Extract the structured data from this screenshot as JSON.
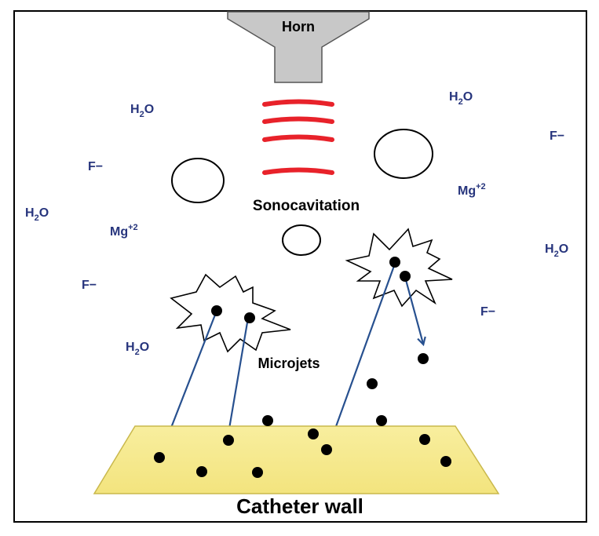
{
  "labels": {
    "horn": "Horn",
    "sonocavitation": "Sonocavitation",
    "microjets": "Microjets",
    "catheter_wall": "Catheter wall"
  },
  "ions": {
    "water_base": "H",
    "water_sub": "2",
    "water_tail": "O",
    "fluoride": "F−",
    "magnesium_base": "Mg",
    "magnesium_sup": "+2"
  },
  "colors": {
    "ion_text": "#27357d",
    "arrow": "#27508f",
    "wave": "#e8222a",
    "horn": "#c8c8c8",
    "catheter_wall": "#f7ec9a"
  }
}
